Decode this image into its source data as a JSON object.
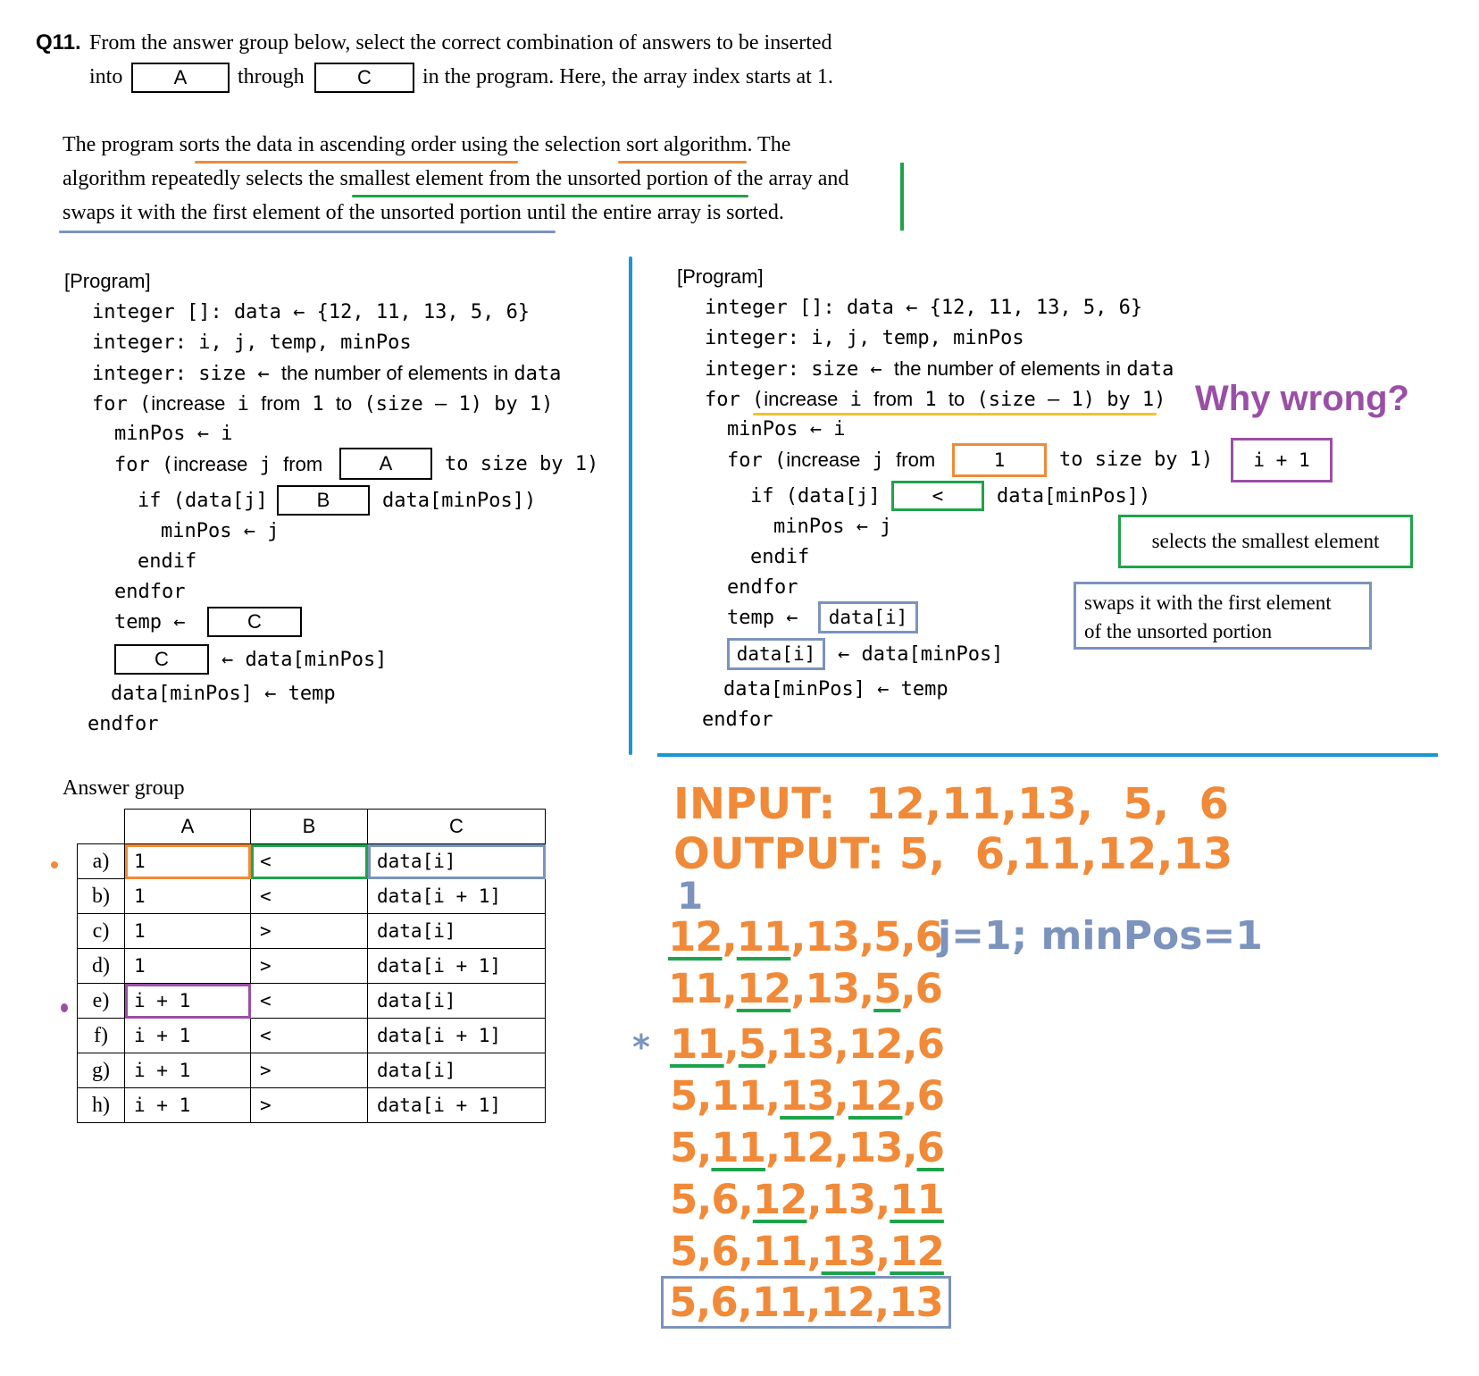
{
  "question": {
    "number": "Q11.",
    "line1": "From the answer group below, select the correct combination of answers to be inserted",
    "into": "into",
    "through": "through",
    "tail": "in the program. Here, the array index starts at 1.",
    "box_a": "A",
    "box_c": "C"
  },
  "description": {
    "l1a": "The program ",
    "l1b": "sorts the data in ascending order",
    "l1c": " using the ",
    "l1d": "selection sort",
    "l1e": " algorithm. The",
    "l2a": "algorithm repeatedly selects the ",
    "l2b": "smallest element from the unsorted portion",
    "l2c": " of the array and",
    "l3a": "swaps it with the first element of the unsorted portion",
    "l3b": " until the entire array is sorted."
  },
  "program_left": {
    "title": "[Program]",
    "line1": "integer []: data ← {12, 11, 13, 5, 6}",
    "line2": "integer: i, j, temp, minPos",
    "line3a": "integer: size ← ",
    "line3b": "the number of elements in ",
    "line3c": "data",
    "line4a": "for (",
    "line4b": "increase",
    "line4c": " i ",
    "line4d": "from",
    "line4e": " 1 ",
    "line4f": "to",
    "line4g": " (size – 1) by 1)",
    "line5": "minPos ← i",
    "line6a": "for (",
    "line6b": "increase",
    "line6c": " j ",
    "line6d": "from",
    "line6e": "to size by 1)",
    "line7a": "if (data[j]",
    "line7b": "data[minPos])",
    "line8": "minPos ← j",
    "line9": "endif",
    "line10": "endfor",
    "line11": "temp ←",
    "line12": "← data[minPos]",
    "line13": "data[minPos] ← temp",
    "line14": "endfor",
    "box_a": "A",
    "box_b": "B",
    "box_c": "C"
  },
  "program_right": {
    "title": "[Program]",
    "line1": "integer []: data ← {12, 11, 13, 5, 6}",
    "line2": "integer: i, j, temp, minPos",
    "line3a": "integer: size ← ",
    "line3b": "the number of elements in ",
    "line3c": "data",
    "line4a": "for (",
    "line4b": "increase",
    "line4c": " i ",
    "line4d": "from",
    "line4e": " 1 ",
    "line4f": "to",
    "line4g": " (size – 1) by 1)",
    "line5": "minPos ← i",
    "line6a": "for (",
    "line6b": "increase",
    "line6c": " j ",
    "line6d": "from",
    "line6e": "to size by 1)",
    "line7a": "if (data[j]",
    "line7b": "data[minPos])",
    "line8": "minPos ← j",
    "line9": "endif",
    "line10": "endfor",
    "line11": "temp ←",
    "line12": "← data[minPos]",
    "line13": "data[minPos] ← temp",
    "line14": "endfor",
    "fill_a": "1",
    "fill_b": "<",
    "fill_c1": "data[i]",
    "fill_c2": "data[i]",
    "why": "Why wrong?",
    "suggest": "i + 1",
    "note_select": "selects the smallest element",
    "note_swap1": "swaps it with the first element",
    "note_swap2": "of the unsorted portion"
  },
  "answer_group": {
    "title": "Answer group",
    "headers": [
      "A",
      "B",
      "C"
    ],
    "rows": [
      {
        "label": "a)",
        "a": "1",
        "b": "<",
        "c": "data[i]"
      },
      {
        "label": "b)",
        "a": "1",
        "b": "<",
        "c": "data[i + 1]"
      },
      {
        "label": "c)",
        "a": "1",
        "b": ">",
        "c": "data[i]"
      },
      {
        "label": "d)",
        "a": "1",
        "b": ">",
        "c": "data[i + 1]"
      },
      {
        "label": "e)",
        "a": "i + 1",
        "b": "<",
        "c": "data[i]"
      },
      {
        "label": "f)",
        "a": "i + 1",
        "b": "<",
        "c": "data[i + 1]"
      },
      {
        "label": "g)",
        "a": "i + 1",
        "b": ">",
        "c": "data[i]"
      },
      {
        "label": "h)",
        "a": "i + 1",
        "b": ">",
        "c": "data[i + 1]"
      }
    ]
  },
  "trace": {
    "input": "INPUT:  12,11,13,  5,  6",
    "output": "OUTPUT: 5,  6,11,12,13",
    "pass": "1",
    "note": "j=1; minPos=1",
    "star": "*",
    "final": "5,6,11,12,13"
  },
  "colors": {
    "orange": "#f08a38",
    "green": "#1fa34a",
    "blue": "#7b93bd",
    "purple": "#9a4fa6",
    "yellow": "#f2c12e",
    "divider": "#1b95d6"
  }
}
